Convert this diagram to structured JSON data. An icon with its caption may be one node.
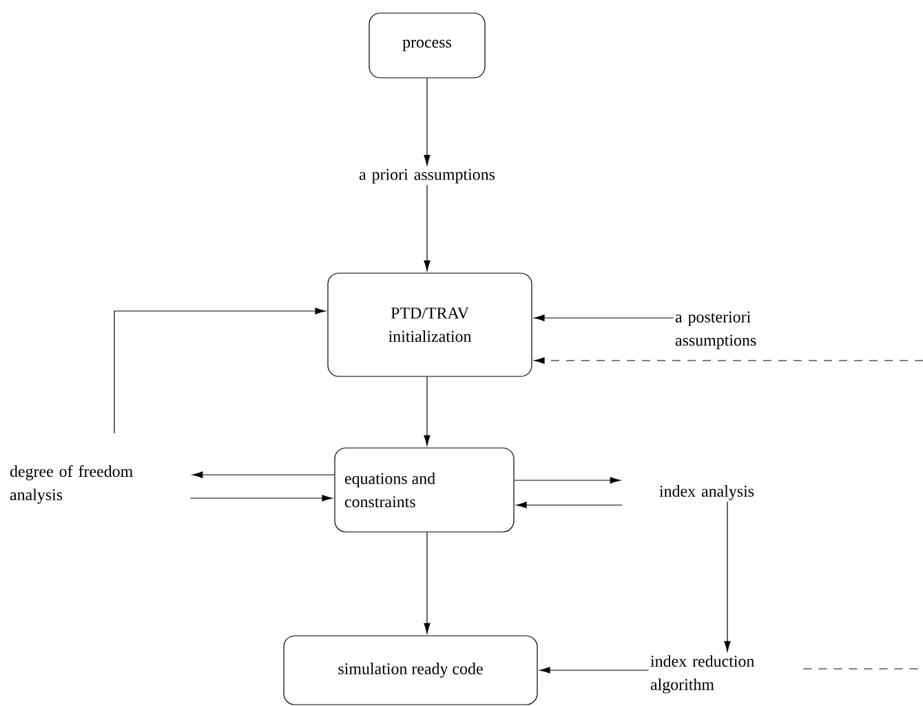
{
  "diagram": {
    "nodes": [
      {
        "text": [
          "process"
        ]
      },
      {
        "text": [
          "a priori assumptions"
        ]
      },
      {
        "text": [
          "PTD/TRAV initialization"
        ]
      },
      {
        "text": [
          "a posteriori assumptions"
        ]
      },
      {
        "text": [
          "degree of freedom analysis"
        ]
      },
      {
        "text": [
          "equations and constraints"
        ]
      },
      {
        "text": [
          "index analysis"
        ]
      },
      {
        "text": [
          "simulation ready code"
        ]
      },
      {
        "text": [
          "index reduction algorithm"
        ]
      }
    ],
    "edges": [
      {
        "from": 0,
        "to": 1,
        "arrow": "to"
      },
      {
        "from": 1,
        "to": 2,
        "arrow": "to"
      },
      {
        "from": 4,
        "to": 2,
        "arrow": "to"
      },
      {
        "from": 3,
        "to": 2,
        "arrow": "to"
      },
      {
        "from": null,
        "to": 2,
        "arrow": "to",
        "style": "dashed"
      },
      {
        "from": 2,
        "to": 5,
        "arrow": "to"
      },
      {
        "from": 5,
        "to": 4,
        "arrow": "to"
      },
      {
        "from": 4,
        "to": 5,
        "arrow": "to"
      },
      {
        "from": 5,
        "to": 6,
        "arrow": "to"
      },
      {
        "from": 6,
        "to": 5,
        "arrow": "to"
      },
      {
        "from": 6,
        "to": 8,
        "arrow": "to"
      },
      {
        "from": 5,
        "to": 7,
        "arrow": "to"
      },
      {
        "from": 8,
        "to": 7,
        "arrow": "to"
      },
      {
        "from": 8,
        "to": null,
        "arrow": "none",
        "style": "dashed"
      }
    ]
  }
}
